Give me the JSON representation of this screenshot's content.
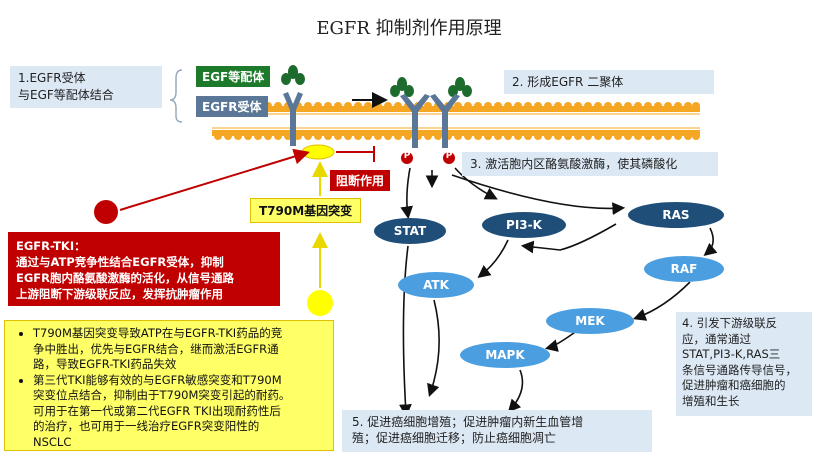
{
  "title": "EGFR 抑制剂作用原理",
  "note1": {
    "line1": "1.EGFR受体",
    "line2": "与EGF等配体结合"
  },
  "egf_label": "EGF等配体",
  "egfr_label": "EGFR受体",
  "note2": "2. 形成EGFR 二聚体",
  "note3": "3. 激活胞内区酪氨酸激酶，使其磷酸化",
  "phospho": "P",
  "block_label": "阻断作用",
  "mutation_label": "T790M基因突变",
  "nodes": {
    "stat": "STAT",
    "pi3k": "PI3-K",
    "ras": "RAS",
    "atk": "ATK",
    "raf": "RAF",
    "mek": "MEK",
    "mapk": "MAPK"
  },
  "tki": {
    "heading": "EGFR-TKI：",
    "line1": "通过与ATP竞争性结合EGFR受体，抑制",
    "line2": "EGFR胞内酪氨酸激酶的活化，从信号通路",
    "line3": "上游阻断下游级联反应，发挥抗肿瘤作用"
  },
  "t790m": {
    "b1_l1": "T790M基因突变导致ATP在与EGFR-TKI药品的竞",
    "b1_l2": "争中胜出，优先与EGFR结合，继而激活EGFR通",
    "b1_l3": "路，导致EGFR-TKI药品失效",
    "b2_l1": "第三代TKI能够有效的与EGFR敏感突变和T790M",
    "b2_l2": "突变位点结合，抑制由于T790M突变引起的耐药。",
    "b2_l3": "可用于在第一代或第二代EGFR TKI出现耐药性后",
    "b2_l4": "的治疗，也可用于一线治疗EGFR突变阳性的",
    "b2_l5": "NSCLC"
  },
  "note4": {
    "line1": "4. 引发下游级联反",
    "line2": "应，通常通过",
    "line3": "STAT,PI3-K,RAS三",
    "line4": "条信号通路传导信号，",
    "line5": "促进肿瘤和癌细胞的",
    "line6": "增殖和生长"
  },
  "note5": {
    "line1": "5. 促进癌细胞增殖；促进肿瘤内新生血管增",
    "line2": "殖；促进癌细胞迁移；防止癌细胞凋亡"
  },
  "colors": {
    "red": "#c00000",
    "yellow": "#ffff66",
    "navy": "#1f4e79",
    "sky": "#4b9fe0",
    "membrane": "#f5a623",
    "egf_green": "#1e6b2e",
    "receptor": "#5b7797"
  }
}
